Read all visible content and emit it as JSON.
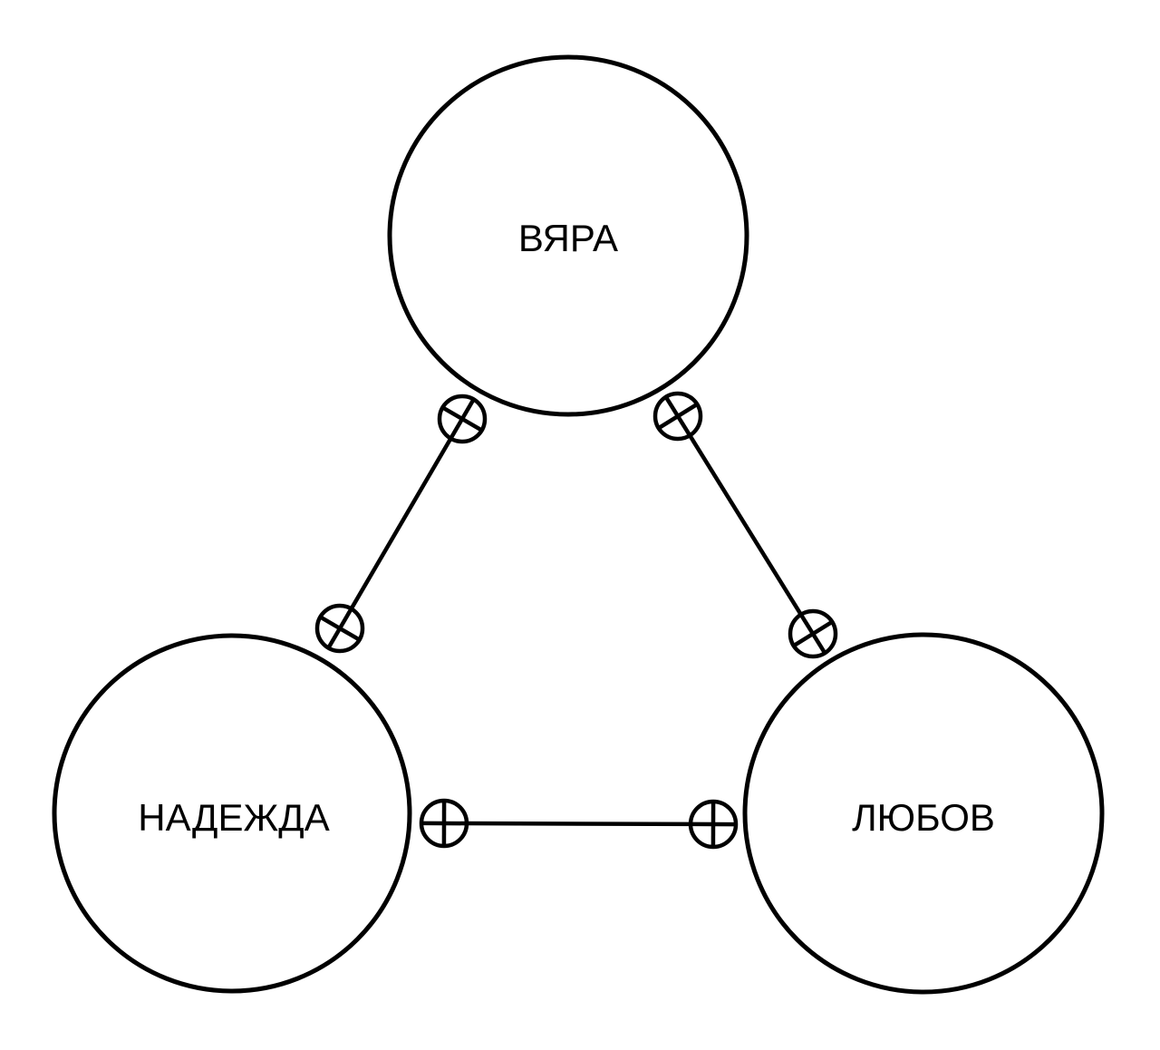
{
  "nodes": [
    {
      "id": "vyara",
      "label": "ВЯРА"
    },
    {
      "id": "nadezhda",
      "label": "НАДЕЖДА"
    },
    {
      "id": "lyubov",
      "label": "ЛЮБОВ"
    }
  ],
  "edges": [
    {
      "from": "vyara",
      "to": "nadezhda",
      "marker": "circle-cross"
    },
    {
      "from": "vyara",
      "to": "lyubov",
      "marker": "circle-cross"
    },
    {
      "from": "nadezhda",
      "to": "lyubov",
      "marker": "circle-cross"
    }
  ],
  "colors": {
    "stroke": "#000000",
    "background": "#ffffff"
  }
}
